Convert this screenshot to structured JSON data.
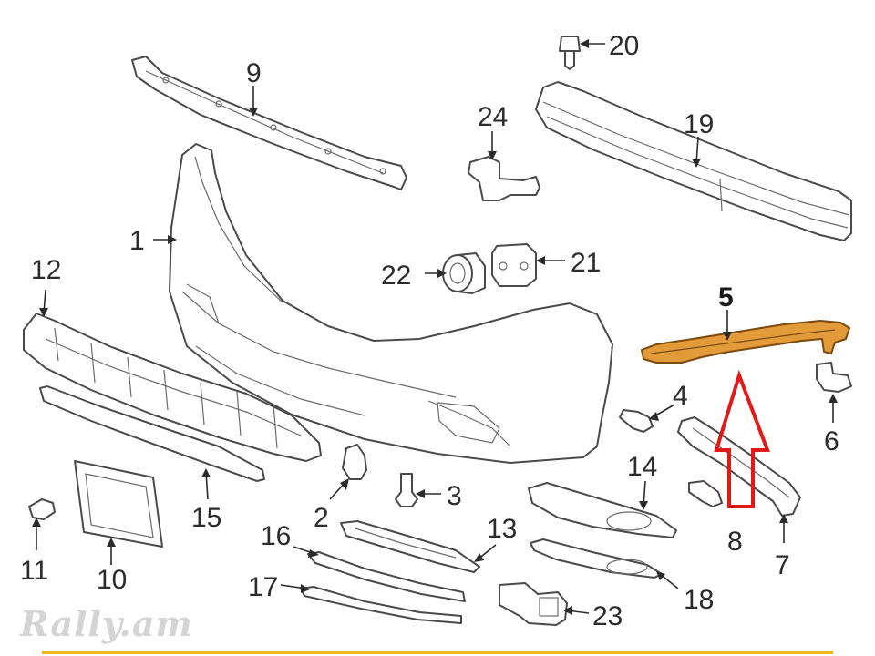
{
  "labels": {
    "p1": "1",
    "p2": "2",
    "p3": "3",
    "p4": "4",
    "p5": "5",
    "p6": "6",
    "p7": "7",
    "p8": "8",
    "p9": "9",
    "p10": "10",
    "p11": "11",
    "p12": "12",
    "p13": "13",
    "p14": "14",
    "p15": "15",
    "p16": "16",
    "p17": "17",
    "p18": "18",
    "p19": "19",
    "p20": "20",
    "p21": "21",
    "p22": "22",
    "p23": "23",
    "p24": "24"
  },
  "watermark": "Rally.am",
  "colors": {
    "highlight_fill": "#e39a38",
    "highlight_stroke": "#7a4a10",
    "callout_arrow": "#e01a1a",
    "bottom_rule": "#f2b51a"
  }
}
